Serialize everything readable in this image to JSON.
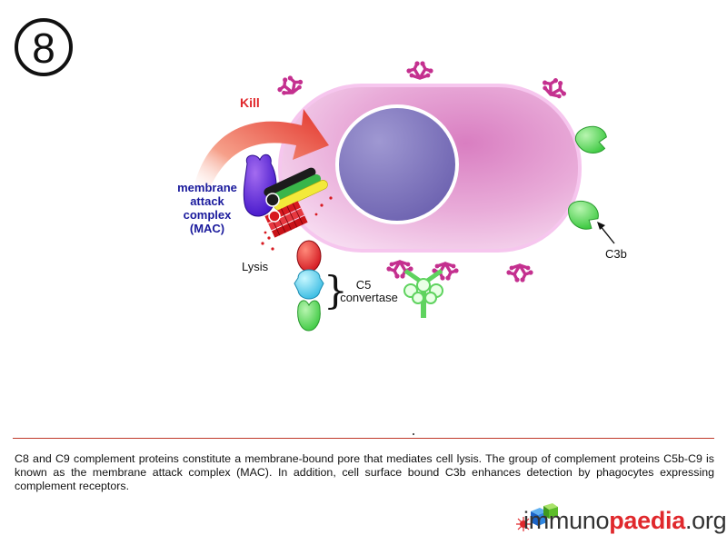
{
  "step_badge": "8",
  "labels": {
    "kill": "Kill",
    "mac_line1": "membrane",
    "mac_line2": "attack",
    "mac_line3": "complex",
    "mac_line4": "(MAC)",
    "lysis": "Lysis",
    "c5_line1": "C5",
    "c5_line2": "convertase",
    "c3b": "C3b"
  },
  "caption": "C8 and C9 complement proteins constitute a membrane-bound pore that mediates cell lysis. The group of complement proteins C5b-C9 is known as the membrane attack complex (MAC). In addition, cell surface bound C3b enhances detection by phagocytes expressing complement receptors.",
  "logo": {
    "part1": "immuno",
    "part2": "paedia",
    "part3": ".org"
  },
  "colors": {
    "cell_fill": "#e7a6d6",
    "cell_edge": "#f4c8ec",
    "nucleus": "#7a6fb6",
    "kill_text": "#e0282c",
    "mac_text": "#1a1a9c",
    "c3b": "#5fd35f",
    "receptor": "#c4308f"
  }
}
